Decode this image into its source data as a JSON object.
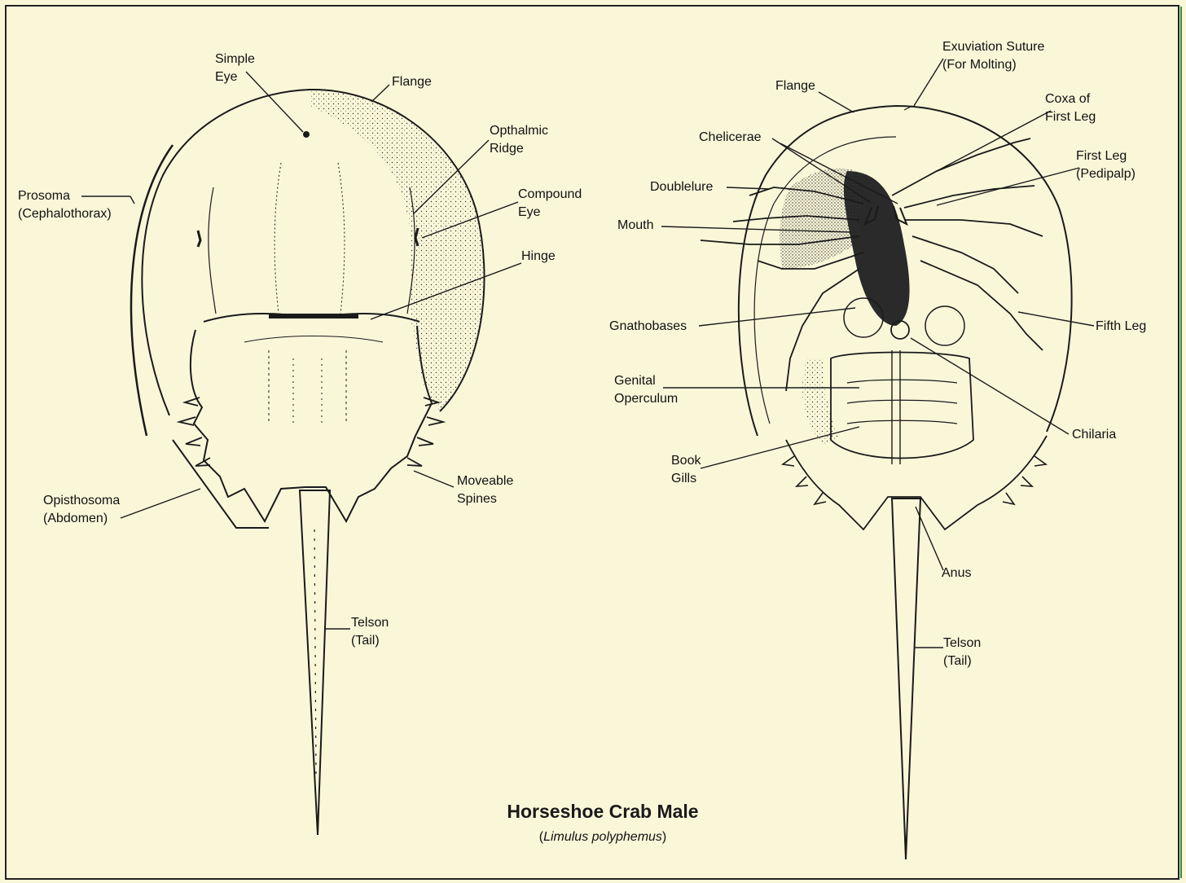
{
  "title": "Horseshoe Crab Male",
  "subtitle": {
    "open": "(",
    "species": "Limulus polyphemus",
    "close": ")"
  },
  "dorsal_labels": {
    "simple_eye": [
      "Simple",
      "Eye"
    ],
    "flange": "Flange",
    "opthalmic_ridge": [
      "Opthalmic",
      "Ridge"
    ],
    "prosoma": [
      "Prosoma",
      "(Cephalothorax)"
    ],
    "compound_eye": [
      "Compound",
      "Eye"
    ],
    "hinge": "Hinge",
    "opisthosoma": [
      "Opisthosoma",
      "(Abdomen)"
    ],
    "moveable_spines": [
      "Moveable",
      "Spines"
    ],
    "telson": [
      "Telson",
      "(Tail)"
    ]
  },
  "ventral_labels": {
    "exuviation_suture": [
      "Exuviation Suture",
      "(For Molting)"
    ],
    "flange": "Flange",
    "coxa_first_leg": [
      "Coxa of",
      "First Leg"
    ],
    "chelicerae": "Chelicerae",
    "first_leg": [
      "First Leg",
      "(Pedipalp)"
    ],
    "doublelure": "Doublelure",
    "mouth": "Mouth",
    "gnathobases": "Gnathobases",
    "fifth_leg": "Fifth Leg",
    "genital_operculum": [
      "Genital",
      "Operculum"
    ],
    "chilaria": "Chilaria",
    "book_gills": [
      "Book",
      "Gills"
    ],
    "anus": "Anus",
    "telson": [
      "Telson",
      "(Tail)"
    ]
  },
  "colors": {
    "background": "#faf7d9",
    "ink": "#1a1a1a",
    "border": "#222222"
  }
}
